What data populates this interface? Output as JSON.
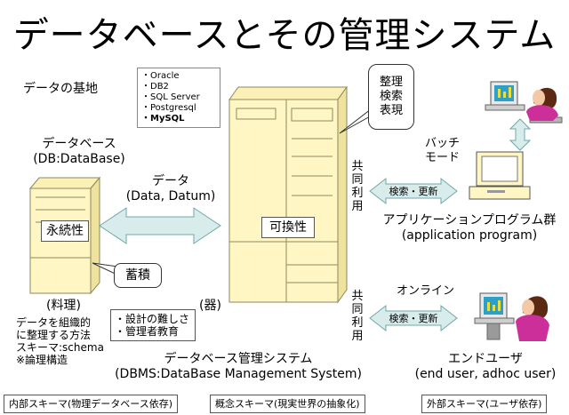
{
  "title": "データベースとその管理システム",
  "data_base_place": "データの基地",
  "db_heading": {
    "line1": "データベース",
    "line2": "(DB:DataBase)"
  },
  "db_products": [
    "・Oracle",
    "・DB2",
    "・SQL Server",
    "・Postgresql",
    "・MySQL"
  ],
  "callout_dbms": [
    "整理",
    "検索",
    "表現"
  ],
  "persistence_label": "永続性",
  "accumulate_label": "蓄積",
  "data_arrow": {
    "line1": "データ",
    "line2": "(Data, Datum)"
  },
  "swappable_label": "可換性",
  "shared_use_1": [
    "共",
    "同",
    "利",
    "用"
  ],
  "shared_use_2": [
    "共",
    "同",
    "利",
    "用"
  ],
  "search_update_1": "検索・更新",
  "search_update_2": "検索・更新",
  "batch_mode": {
    "line1": "バッチ",
    "line2": "モード"
  },
  "online": "オンライン",
  "app_program": {
    "line1": "アプリケーションプログラム群",
    "line2": "(application program)"
  },
  "end_user": {
    "line1": "エンドユーザ",
    "line2": "(end user, adhoc user)"
  },
  "cooking": "(料理)",
  "vessel": "(器)",
  "db_notes": [
    "データを組織的",
    "に整理する方法",
    "スキーマ:schema",
    "※論理構造"
  ],
  "dbms_notes": [
    "・設計の難しさ",
    "・管理者教育"
  ],
  "dbms_name": {
    "line1": "データベース管理システム",
    "line2": "(DBMS:DataBase Management System)"
  },
  "schemas": {
    "internal": "内部スキーマ(物理データベース依存)",
    "conceptual": "概念スキーマ(現実世界の抽象化)",
    "external": "外部スキーマ(ユーザ依存)"
  },
  "colors": {
    "arrow_fill": "#d8ecec",
    "arrow_stroke": "#6fa7a7",
    "server_fill": "#fff6c4",
    "server_stroke": "#8a8a60",
    "person_hair": "#5c2a12",
    "person_shirt": "#cc2f9a",
    "monitor_screen": "#2ea0c8"
  }
}
